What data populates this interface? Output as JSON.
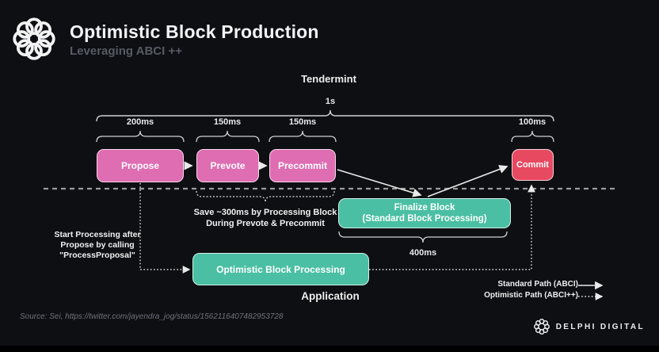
{
  "header": {
    "title": "Optimistic Block Production",
    "subtitle": "Leveraging ABCI ++",
    "logo_icon": "knot-ring-icon"
  },
  "sections": {
    "tendermint": "Tendermint",
    "application": "Application"
  },
  "timeline": {
    "total_label": "1s",
    "durations": [
      {
        "label": "200ms"
      },
      {
        "label": "150ms"
      },
      {
        "label": "150ms"
      },
      {
        "label": "100ms"
      }
    ]
  },
  "nodes": {
    "propose": {
      "label": "Propose",
      "color": "#de6db2"
    },
    "prevote": {
      "label": "Prevote",
      "color": "#de6db2"
    },
    "precommit": {
      "label": "Precommit",
      "color": "#de6db2"
    },
    "commit": {
      "label": "Commit",
      "color": "#e74960"
    },
    "finalize": {
      "line1": "Finalize Block",
      "line2": "(Standard Block Processing)",
      "color": "#4abfa3"
    },
    "optimistic": {
      "label": "Optimistic Block Processing",
      "color": "#4abfa3"
    }
  },
  "annotations": {
    "save": {
      "line1": "Save ~300ms by Processing Block",
      "line2": "During Prevote & Precommit"
    },
    "start": {
      "line1": "Start Processing after",
      "line2": "Propose by calling",
      "line3": "\"ProcessProposal\""
    },
    "finalize_duration": "400ms"
  },
  "legend": {
    "standard_label": "Standard Path (ABCI)",
    "optimistic_label": "Optimistic Path (ABCI++)"
  },
  "footer": {
    "source": "Source: Sei, https://twitter.com/jayendra_jog/status/1562116407482953728",
    "brand": "DELPHI DIGITAL",
    "brand_icon": "delphi-ring-icon"
  },
  "colors": {
    "background": "#0e0f13",
    "pink_node": "#de6db2",
    "red_node": "#e74960",
    "teal_node": "#4abfa3",
    "line": "#eaeaea",
    "separator": "#9b9b9b"
  }
}
